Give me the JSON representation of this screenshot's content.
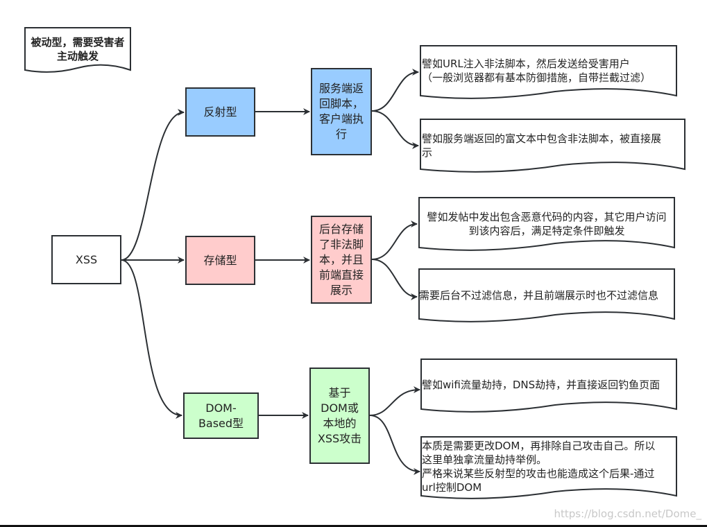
{
  "note": {
    "line1": "被动型，需要受害者",
    "line2": "主动触发"
  },
  "root": {
    "label": "XSS"
  },
  "types": [
    {
      "label": "反射型",
      "color": "#99ccff"
    },
    {
      "label": "存储型",
      "color": "#ffcccc"
    },
    {
      "label_line1": "DOM-",
      "label_line2": "Based型",
      "color": "#ccffcc"
    }
  ],
  "mechanisms": [
    {
      "lines": [
        "服务端返",
        "回脚本，",
        "客户端执",
        "行"
      ]
    },
    {
      "lines": [
        "后台存储",
        "了非法脚",
        "本，并且",
        "前端直接",
        "展示"
      ]
    },
    {
      "lines": [
        "基于",
        "DOM或",
        "本地的",
        "XSS攻击"
      ]
    }
  ],
  "examples": [
    {
      "lines": [
        "譬如URL注入非法脚本，然后发送给受害用户",
        "（一般浏览器都有基本防御措施，自带拦截过滤）"
      ]
    },
    {
      "lines": [
        "譬如服务端返回的富文本中包含非法脚本，被直接展",
        "示"
      ]
    },
    {
      "lines": [
        "譬如发帖中发出包含恶意代码的内容，其它用户访问",
        "到该内容后，满足特定条件即触发"
      ]
    },
    {
      "lines": [
        "需要后台不过滤信息，并且前端展示时也不过滤信息"
      ]
    },
    {
      "lines": [
        "譬如wifi流量劫持，DNS劫持，并直接返回钓鱼页面"
      ]
    },
    {
      "lines": [
        "本质是需要更改DOM，再排除自己攻击自己。所以",
        "这里单独拿流量劫持举例。",
        "严格来说某些反射型的攻击也能造成这个后果-通过",
        "url控制DOM"
      ]
    }
  ],
  "watermark": "https://blog.csdn.net/Dome_"
}
